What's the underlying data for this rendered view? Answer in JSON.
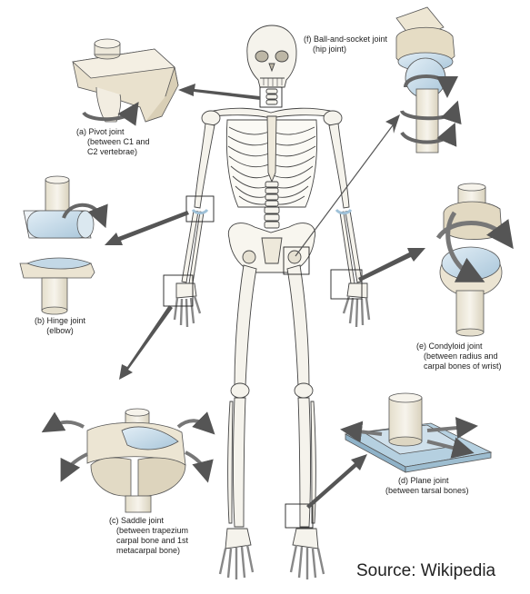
{
  "labels": {
    "pivot": {
      "title": "(a) Pivot joint",
      "line2": "(between C1 and",
      "line3": "C2 vertebrae)"
    },
    "hinge": {
      "title": "(b) Hinge joint",
      "line2": "(elbow)"
    },
    "saddle": {
      "title": "(c) Saddle joint",
      "line2": "(between trapezium",
      "line3": "carpal bone and 1st",
      "line4": "metacarpal bone)"
    },
    "plane": {
      "title": "(d) Plane joint",
      "line2": "(between tarsal bones)"
    },
    "condyloid": {
      "title": "(e) Condyloid joint",
      "line2": "(between radius and",
      "line3": "carpal bones of wrist)"
    },
    "ball": {
      "title": "(f) Ball-and-socket joint",
      "line2": "(hip joint)"
    }
  },
  "source": "Source: Wikipedia",
  "colors": {
    "bone": "#f3f1e8",
    "boneDark": "#d6d0bd",
    "joint": "#ece4d1",
    "cartilage": "#c8dbe8",
    "arrow": "#555555",
    "outline": "#444444"
  }
}
